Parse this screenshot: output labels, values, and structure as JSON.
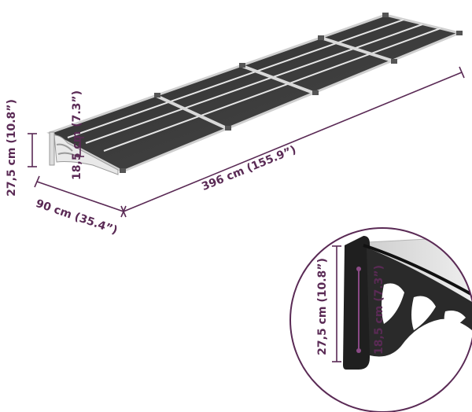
{
  "dimensions": {
    "length": "396 cm (155.9”)",
    "depth": "90 cm (35.4”)",
    "height_total": "27,5 cm (10.8”)",
    "height_bracket": "18,5 cm (7.3”)"
  },
  "detail": {
    "height_total": "27,5 cm (10.8”)",
    "height_bracket": "18,5 cm (7.3”)"
  },
  "colors": {
    "annotation": "#5a2a55",
    "panel": "#3b3b3b",
    "frame": "#d9d9d9",
    "bracket": "#2a2a2a"
  }
}
